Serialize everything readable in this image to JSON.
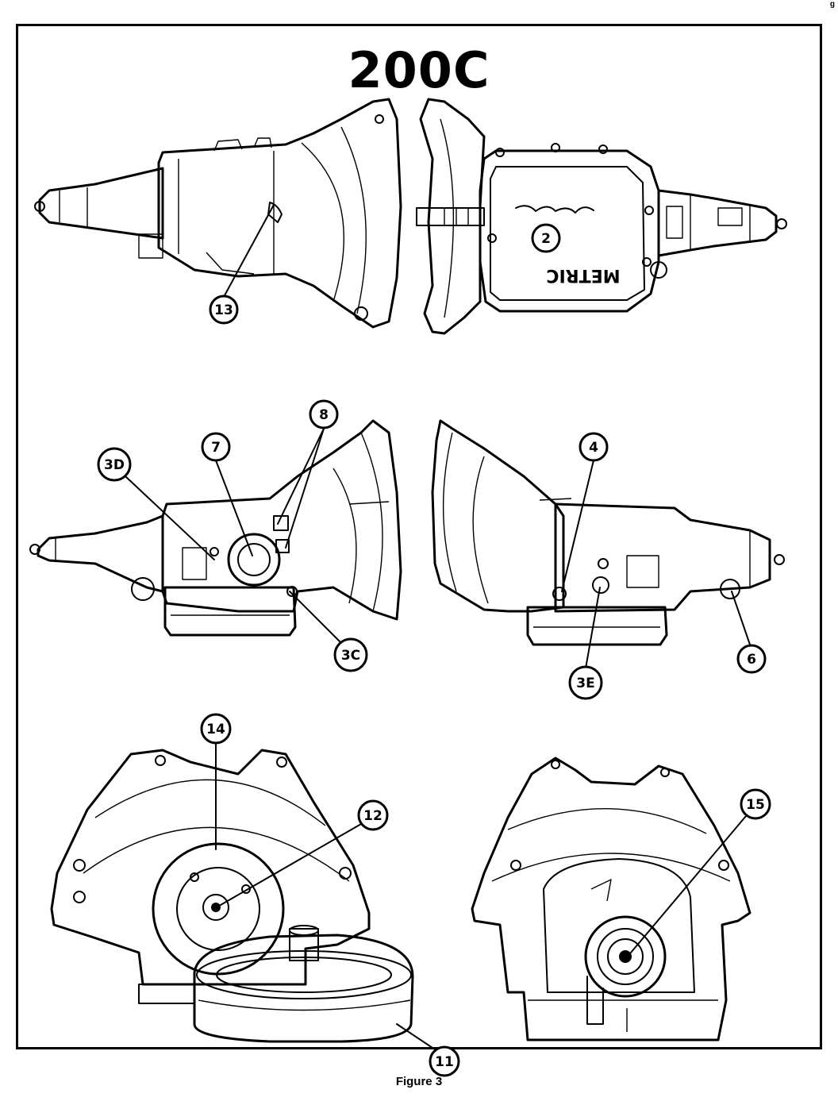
{
  "title": "200C",
  "caption": "Figure 3",
  "corner_mark": "g",
  "pan_label": "METRIC",
  "callouts": [
    "13",
    "2",
    "3D",
    "7",
    "8",
    "3C",
    "4",
    "6",
    "3E",
    "14",
    "12",
    "11",
    "15"
  ]
}
